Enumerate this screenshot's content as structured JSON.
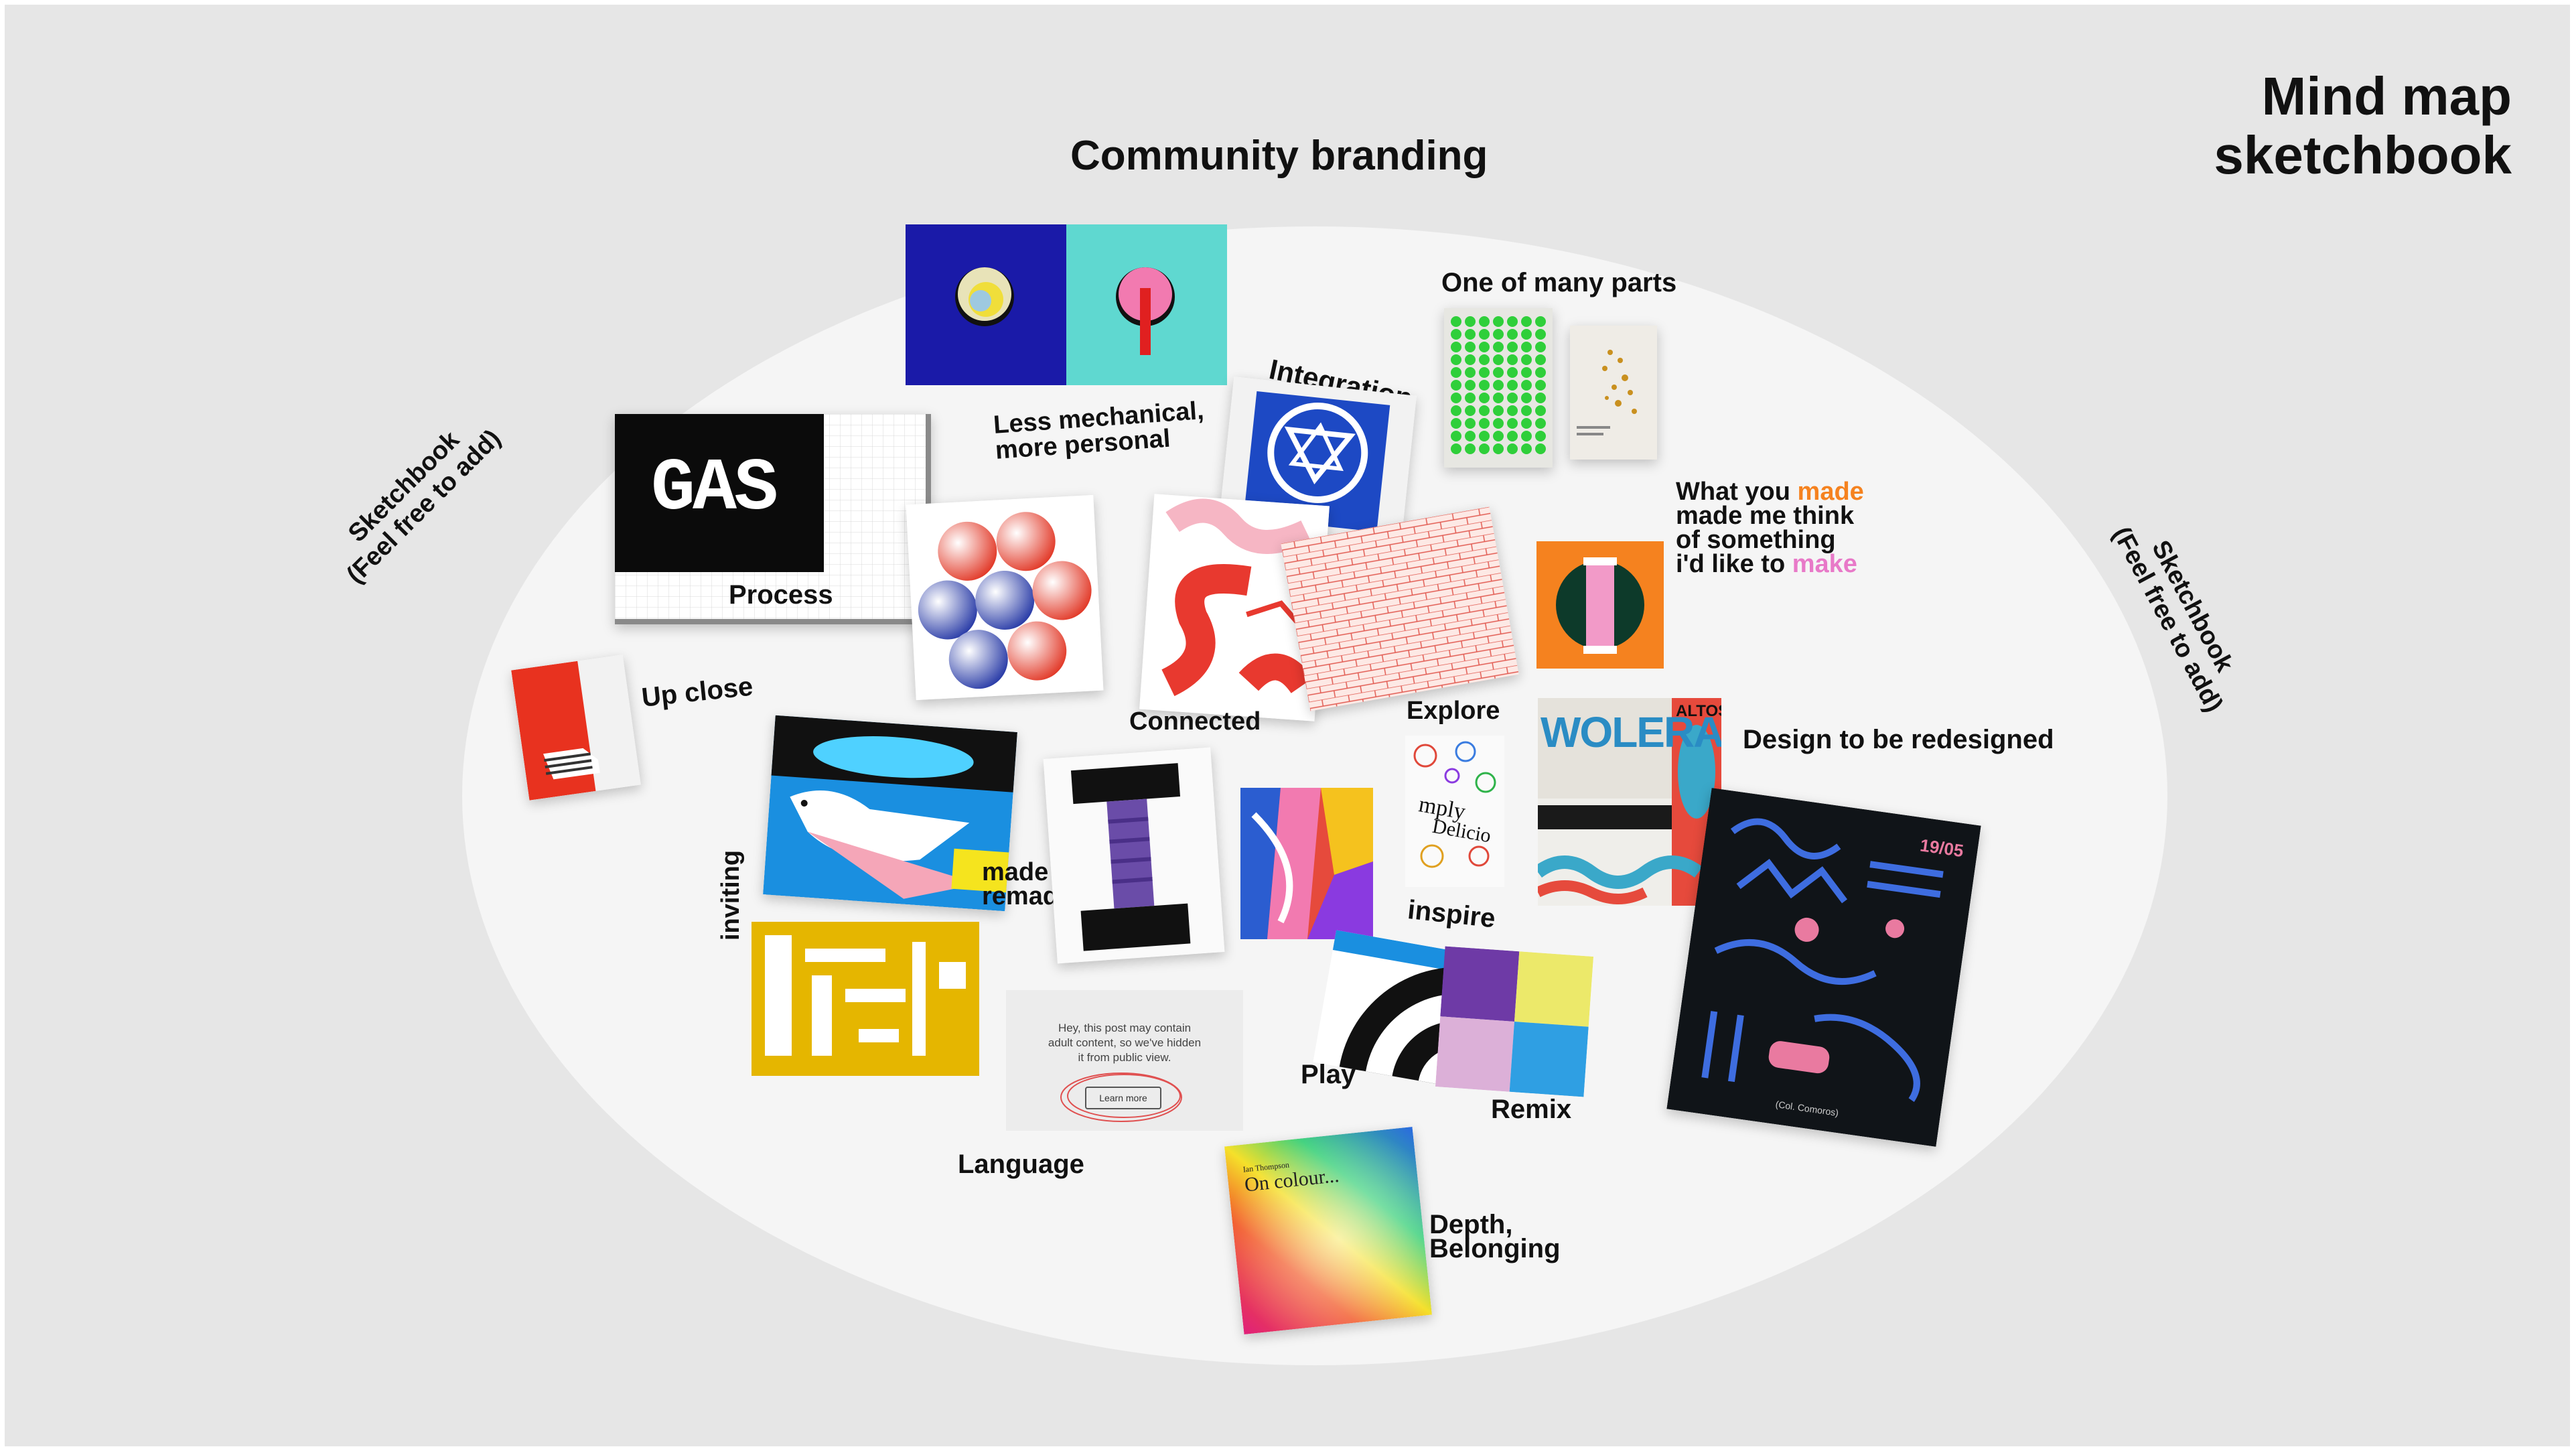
{
  "title": {
    "line1": "Mind map",
    "line2": "sketchbook"
  },
  "main_label": "Community branding",
  "side_left": {
    "line1": "Sketchbook",
    "line2": "(Feel free to add)"
  },
  "side_right": {
    "line1": "Sketchbook",
    "line2": "(Feel free to add)"
  },
  "labels": {
    "less_mechanical_1": "Less mechanical,",
    "less_mechanical_2": "more personal",
    "integration": "Integration",
    "one_of_many": "One of many parts",
    "process": "Process",
    "up_close": "Up close",
    "connected": "Connected",
    "explore": "Explore",
    "design_redesign": "Design to be redesigned",
    "inviting": "inviting",
    "made_remade_1": "made to be",
    "made_remade_2": "remade",
    "inspire": "inspire",
    "play": "Play",
    "remix": "Remix",
    "language": "Language",
    "depth_1": "Depth,",
    "depth_2": "Belonging"
  },
  "made_quote": {
    "l1a": "What you ",
    "l1b": "made",
    "l2": "made me think",
    "l3": "of something",
    "l4a": "i'd like to ",
    "l4b": "make"
  },
  "images": {
    "gas_logo": "GAS",
    "adult_notice_1": "Hey, this post may contain",
    "adult_notice_2": "adult content, so we've hidden",
    "adult_notice_3": "it from public view.",
    "learn_more": "Learn more",
    "on_colour_author": "Ian Thompson",
    "on_colour_title": "On colour...",
    "explore_word_1": "mply",
    "explore_word_2": "Delicio",
    "woleran": "WOLERAN",
    "altos": "ALTOS",
    "poster_num": "19/05",
    "poster_caption": "(Col. Comoros)"
  },
  "colors": {
    "background": "#e6e6e6",
    "ellipse": "#f5f5f5",
    "accent_orange": "#f5821f",
    "accent_pink": "#e879c8"
  }
}
